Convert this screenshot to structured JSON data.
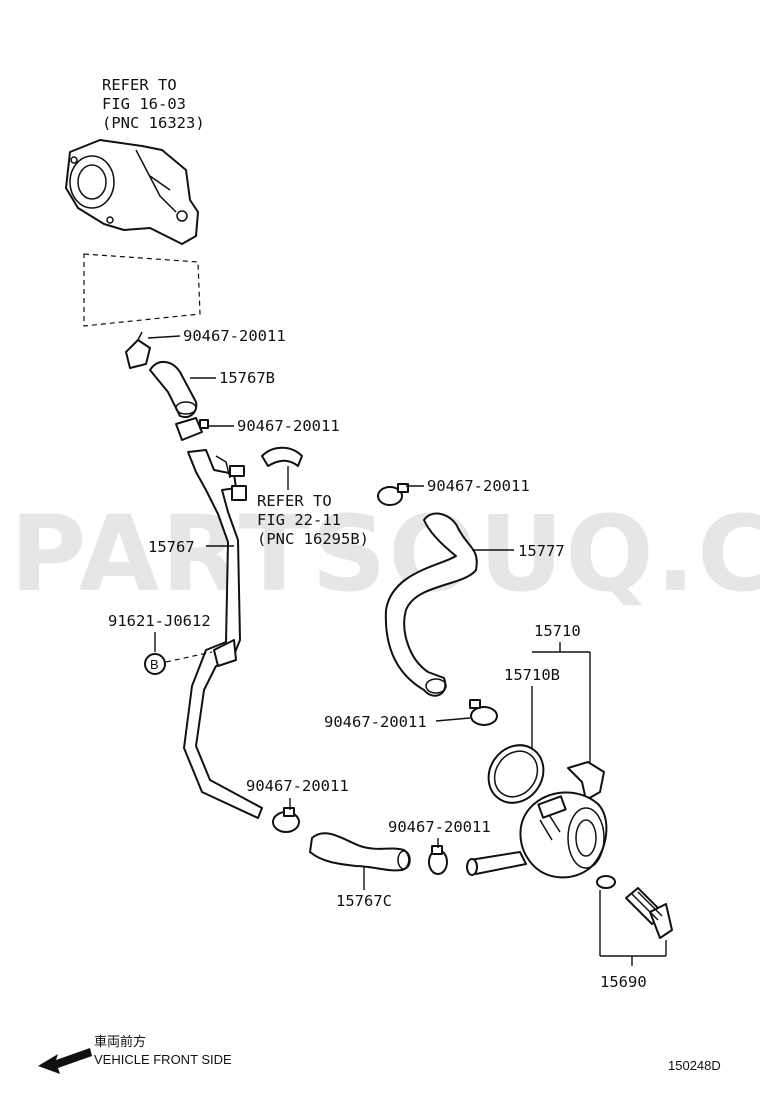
{
  "watermark": "PARTSOUQ.COM",
  "refer_thermostat": {
    "line1": "REFER TO",
    "line2": "FIG 16-03",
    "line3": "(PNC 16323)"
  },
  "refer_heater": {
    "line1": "REFER TO",
    "line2": "FIG 22-11",
    "line3": "(PNC 16295B)"
  },
  "callouts": {
    "clamp_top": "90467-20011",
    "hose_15767B": "15767B",
    "clamp_upper": "90467-20011",
    "clamp_15777_top": "90467-20011",
    "hose_15777": "15777",
    "pipe_15767": "15767",
    "bolt_91621": "91621-J0612",
    "cooler_15710": "15710",
    "gasket_15710B": "15710B",
    "clamp_15777_bottom": "90467-20011",
    "clamp_left_bottom": "90467-20011",
    "clamp_mid_bottom": "90467-20011",
    "hose_15767C": "15767C",
    "plug_15690": "15690"
  },
  "bolt_marker": "B",
  "direction": {
    "japanese": "車両前方",
    "english": "VEHICLE FRONT SIDE"
  },
  "figure_code": "150248D"
}
